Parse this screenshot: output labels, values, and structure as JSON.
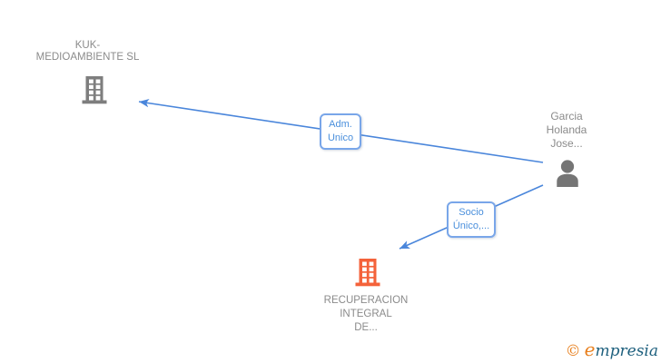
{
  "diagram": {
    "nodes": {
      "kuk": {
        "label_lines": [
          "KUK-",
          "MEDIOAMBIENTE SL"
        ],
        "type": "company",
        "icon": "building-icon"
      },
      "garcia": {
        "label_lines": [
          "Garcia",
          "Holanda",
          "Jose..."
        ],
        "type": "person",
        "icon": "person-icon"
      },
      "recuperacion": {
        "label_lines": [
          "RECUPERACION",
          "INTEGRAL",
          "DE..."
        ],
        "type": "company",
        "icon": "building-icon"
      }
    },
    "edges": [
      {
        "label": "Adm. Unico",
        "from": "garcia",
        "to": "kuk"
      },
      {
        "label": "Socio Único,...",
        "from": "garcia",
        "to": "recuperacion"
      }
    ],
    "colors": {
      "edge_line": "#4a86db",
      "edge_label_text": "#4a8fdc",
      "edge_label_border": "#79a6e9",
      "node_label_text": "#8b8b8b",
      "company_icon_gray": "#7e7e7e",
      "person_icon_gray": "#757575",
      "company_icon_orange": "#f4623a"
    }
  },
  "watermark": {
    "copyright_symbol": "©",
    "brand_initial": "e",
    "brand_rest": "mpresia",
    "copyright_color": "#e8801f",
    "brand_color": "#1e607e"
  }
}
